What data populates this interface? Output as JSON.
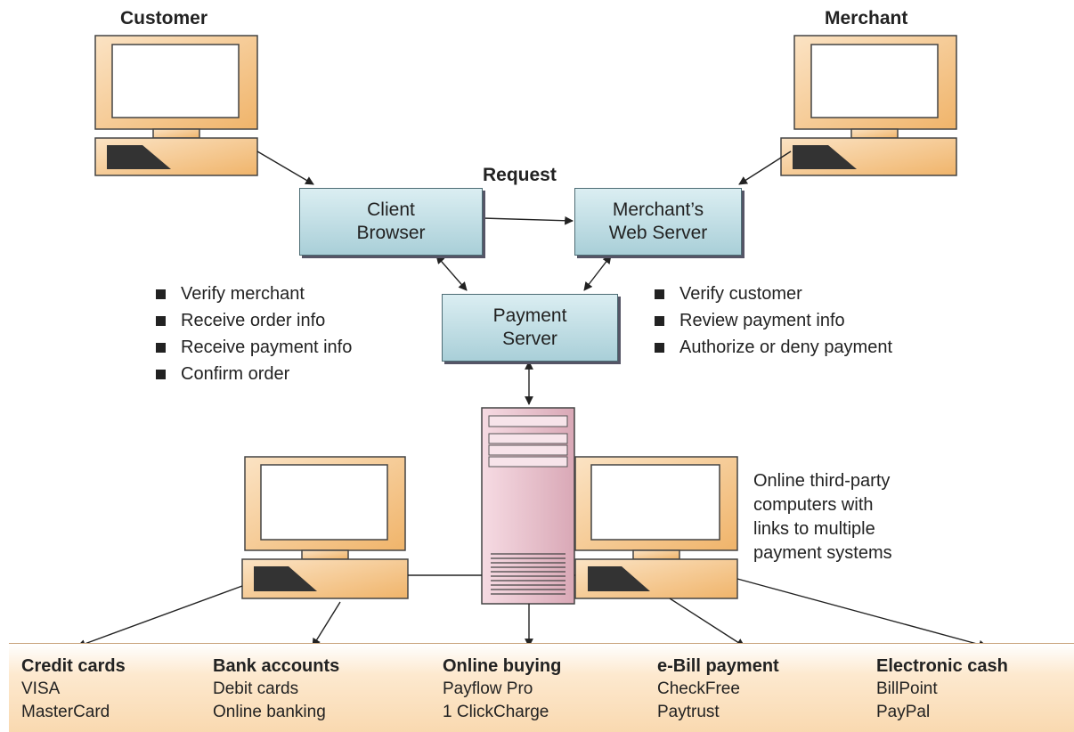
{
  "labels": {
    "customer": "Customer",
    "merchant": "Merchant",
    "request": "Request",
    "third_party": [
      "Online third-party",
      "computers with",
      "links to multiple",
      "payment systems"
    ]
  },
  "boxes": {
    "client_browser": [
      "Client",
      "Browser"
    ],
    "merchant_server": [
      "Merchant’s",
      "Web Server"
    ],
    "payment_server": [
      "Payment",
      "Server"
    ]
  },
  "left_bullets": [
    "Verify merchant",
    "Receive order info",
    "Receive payment info",
    "Confirm order"
  ],
  "right_bullets": [
    "Verify customer",
    "Review payment info",
    "Authorize or deny payment"
  ],
  "categories": [
    {
      "title": "Credit cards",
      "items": [
        "VISA",
        "MasterCard"
      ]
    },
    {
      "title": "Bank accounts",
      "items": [
        "Debit cards",
        "Online banking"
      ]
    },
    {
      "title": "Online buying",
      "items": [
        "Payflow Pro",
        "1 ClickCharge"
      ]
    },
    {
      "title": "e-Bill payment",
      "items": [
        "CheckFree",
        "Paytrust"
      ]
    },
    {
      "title": "Electronic cash",
      "items": [
        "BillPoint",
        "PayPal"
      ]
    }
  ],
  "colors": {
    "computer_fill": "#f6c98c",
    "screen_fill": "#ffffff",
    "box_fill": "#b9dbe2",
    "server_fill": "#e9c4cf",
    "panel_fill": "#fde3c2"
  }
}
